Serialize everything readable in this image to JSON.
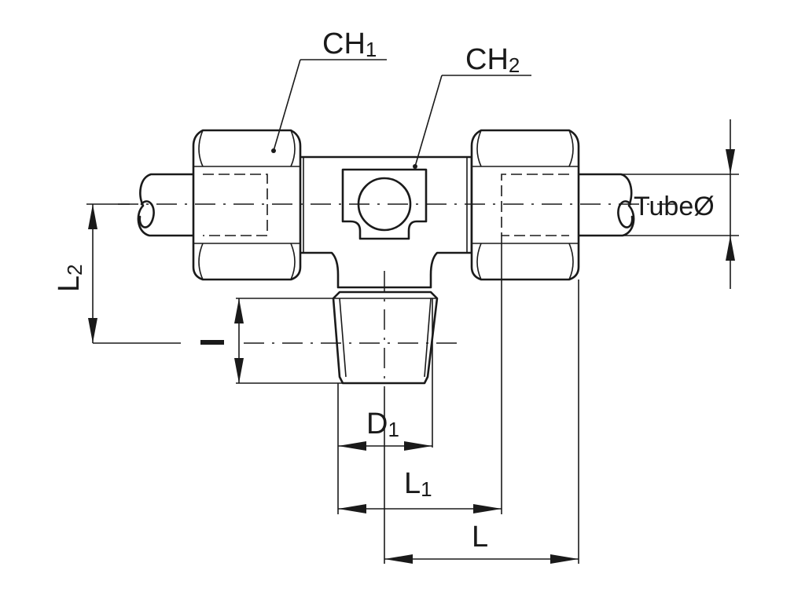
{
  "labels": {
    "ch1": {
      "main": "CH",
      "sub": "1"
    },
    "ch2": {
      "main": "CH",
      "sub": "2"
    },
    "tube": "TubeØ",
    "l2": {
      "main": "L",
      "sub": "2"
    },
    "d1": {
      "main": "D",
      "sub": "1"
    },
    "l1": {
      "main": "L",
      "sub": "1"
    },
    "l": "L"
  }
}
